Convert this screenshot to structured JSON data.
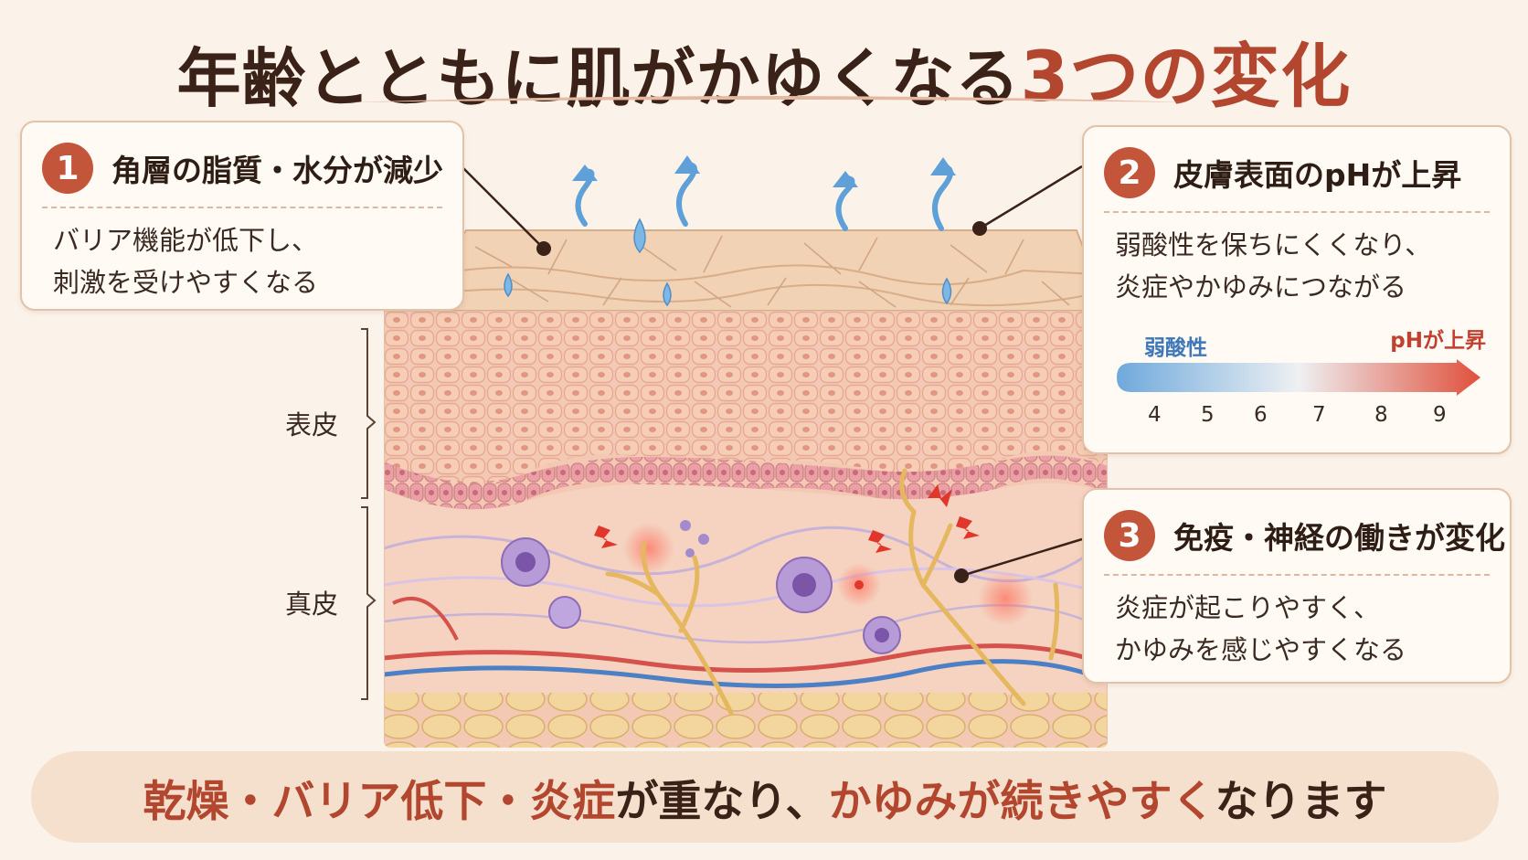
{
  "title": {
    "main": "年齢とともに肌がかゆくなる",
    "accent": "3つの変化"
  },
  "cards": [
    {
      "number": "1",
      "title": "角層の脂質・水分が減少",
      "lines": [
        "バリア機能が低下し、",
        "刺激を受けやすくなる"
      ]
    },
    {
      "number": "2",
      "title": "皮膚表面のpHが上昇",
      "lines": [
        "弱酸性を保ちにくくなり、",
        "炎症やかゆみにつながる"
      ]
    },
    {
      "number": "3",
      "title": "免疫・神経の働きが変化",
      "lines": [
        "炎症が起こりやすく、",
        "かゆみを感じやすくなる"
      ]
    }
  ],
  "ph_scale": {
    "left_label": "弱酸性",
    "right_label": "pHが上昇",
    "ticks": [
      "4",
      "5",
      "6",
      "7",
      "8",
      "9"
    ],
    "colors": {
      "acid": "#6fa9dc",
      "neutral": "#eef0f2",
      "alkaline": "#e0503c"
    }
  },
  "layer_labels": {
    "epidermis": "表皮",
    "dermis": "真皮"
  },
  "bottom": {
    "part1": "乾燥・バリア低下・炎症",
    "part2": "が重なり、",
    "part3": "かゆみが続きやすく",
    "part4": "なります"
  },
  "colors": {
    "accent": "#b2462f",
    "badge": "#c2553a",
    "card_border": "#e2c2a8",
    "banner": "#f5e0cd"
  }
}
